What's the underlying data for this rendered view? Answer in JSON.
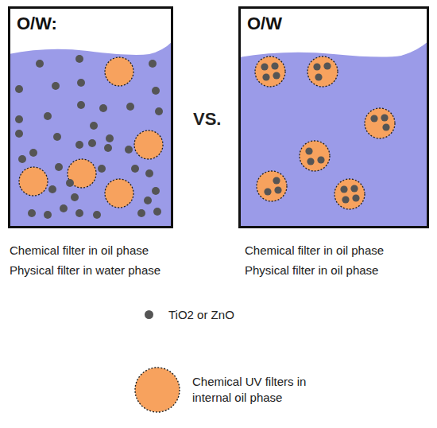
{
  "diagram": {
    "nodes": [
      {
        "text": [
          "O/W:"
        ]
      },
      {
        "text": [
          "O/W"
        ]
      }
    ],
    "labels": [
      "VS.",
      "Chemical filter in oil phase",
      "Physical filter in water phase",
      "Chemical filter in oil phase",
      "Physical filter in oil phase"
    ],
    "legend": [
      {
        "text": "TiO2 or ZnO",
        "color": "#555555"
      },
      {
        "text": "Chemical UV filters in internal oil phase",
        "color": "#f7a25e"
      }
    ]
  }
}
